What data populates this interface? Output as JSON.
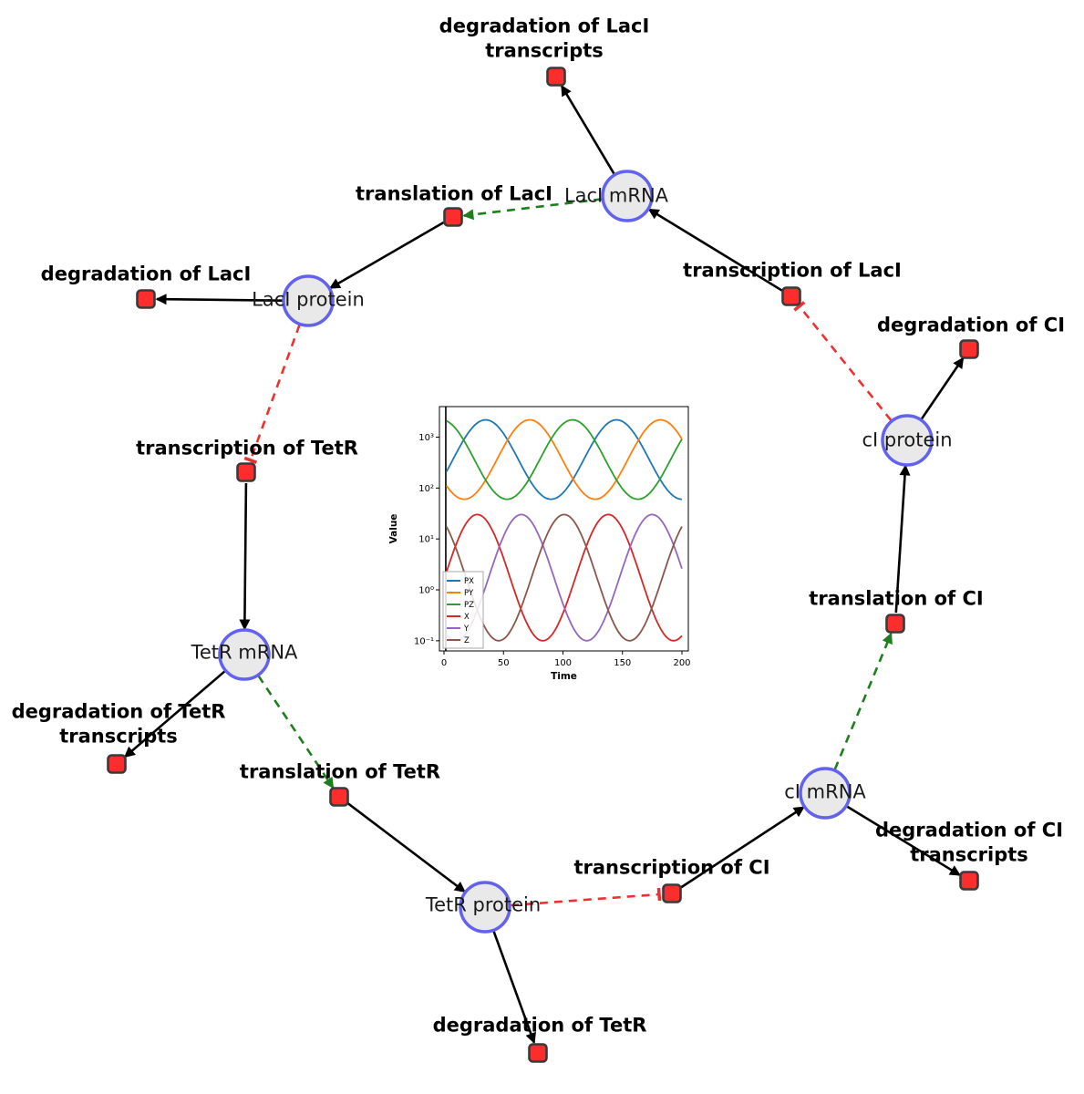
{
  "diagram": {
    "species": [
      {
        "id": "laci-mrna",
        "label": "LacI mRNA"
      },
      {
        "id": "laci-protein",
        "label": "LacI protein"
      },
      {
        "id": "tetr-mrna",
        "label": "TetR mRNA"
      },
      {
        "id": "tetr-protein",
        "label": "TetR protein"
      },
      {
        "id": "ci-mrna",
        "label": "cI mRNA"
      },
      {
        "id": "ci-protein",
        "label": "cI protein"
      }
    ],
    "reactions": [
      {
        "id": "deg-laci-transcripts",
        "label": "degradation of LacI transcripts"
      },
      {
        "id": "translation-laci",
        "label": "translation of LacI"
      },
      {
        "id": "transcription-laci",
        "label": "transcription of LacI"
      },
      {
        "id": "deg-laci",
        "label": "degradation of LacI"
      },
      {
        "id": "deg-ci",
        "label": "degradation of CI"
      },
      {
        "id": "transcription-tetr",
        "label": "transcription of TetR"
      },
      {
        "id": "translation-ci",
        "label": "translation of CI"
      },
      {
        "id": "deg-tetr-transcripts",
        "label": "degradation of TetR transcripts"
      },
      {
        "id": "translation-tetr",
        "label": "translation of TetR"
      },
      {
        "id": "deg-ci-transcripts",
        "label": "degradation of CI transcripts"
      },
      {
        "id": "transcription-ci",
        "label": "transcription of CI"
      },
      {
        "id": "deg-tetr",
        "label": "degradation of TetR"
      }
    ],
    "edge_colors": {
      "production_consumption": "#000000",
      "modifier": "#1e7d1e",
      "inhibition": "#f03030"
    },
    "node_colors": {
      "species_fill": "#e9e9e9",
      "species_border": "#6262ef",
      "reaction_fill": "#fb2d2d",
      "reaction_border": "#3a3a3a"
    }
  },
  "chart_data": {
    "type": "line",
    "title": "",
    "xlabel": "Time",
    "ylabel": "Value",
    "x_range": [
      0,
      200
    ],
    "y_scale": "log",
    "y_range": [
      0.1,
      2500
    ],
    "xticks": [
      0,
      50,
      100,
      150,
      200
    ],
    "yticks": [
      {
        "value": 0.1,
        "label": "10⁻¹"
      },
      {
        "value": 1,
        "label": "10⁰"
      },
      {
        "value": 10,
        "label": "10¹"
      },
      {
        "value": 100,
        "label": "10²"
      },
      {
        "value": 1000,
        "label": "10³"
      }
    ],
    "legend_position": "lower left",
    "grid": false,
    "initial_transient_at_t": 1.5,
    "series": [
      {
        "name": "PX",
        "color": "#1f77b4",
        "min": 60,
        "max": 2200,
        "period": 110,
        "peak_t": 35,
        "log10_mean": 2.56,
        "log10_amp": 0.78
      },
      {
        "name": "PY",
        "color": "#ff7f0e",
        "min": 60,
        "max": 2200,
        "period": 110,
        "peak_t": 72,
        "log10_mean": 2.56,
        "log10_amp": 0.78
      },
      {
        "name": "PZ",
        "color": "#2ca02c",
        "min": 60,
        "max": 2200,
        "period": 110,
        "peak_t": 108,
        "log10_mean": 2.56,
        "log10_amp": 0.78
      },
      {
        "name": "X",
        "color": "#d62728",
        "min": 0.1,
        "max": 30,
        "period": 110,
        "peak_t": 28,
        "log10_mean": 0.24,
        "log10_amp": 1.24
      },
      {
        "name": "Y",
        "color": "#9467bd",
        "min": 0.1,
        "max": 30,
        "period": 110,
        "peak_t": 65,
        "log10_mean": 0.24,
        "log10_amp": 1.24
      },
      {
        "name": "Z",
        "color": "#8c564b",
        "min": 0.1,
        "max": 30,
        "period": 110,
        "peak_t": 101,
        "log10_mean": 0.24,
        "log10_amp": 1.24
      }
    ]
  }
}
